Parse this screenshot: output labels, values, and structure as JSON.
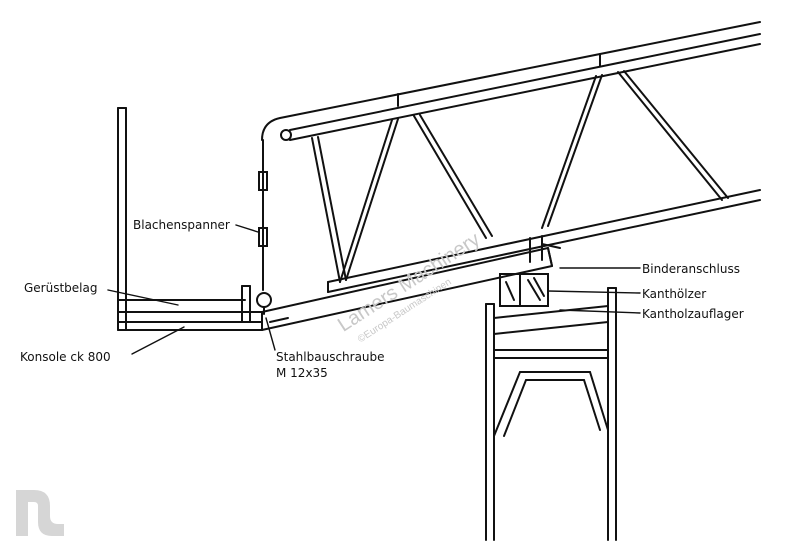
{
  "labels": {
    "blachenspanner": "Blachenspanner",
    "geruestbelag": "Gerüstbelag",
    "konsole": "Konsole ck 800",
    "stahlbauschraube": "Stahlbauschraube",
    "m12x35": "M 12x35",
    "binderanschluss": "Binderanschluss",
    "kanthoelzer": "Kanthölzer",
    "kantholzauflager": "Kantholzauflager"
  },
  "watermark": {
    "brand": "Lamers Machinery",
    "sub": "©Europa-Baumaschinen"
  },
  "colors": {
    "ink": "#111111",
    "watermark": "#c8c8c8"
  }
}
